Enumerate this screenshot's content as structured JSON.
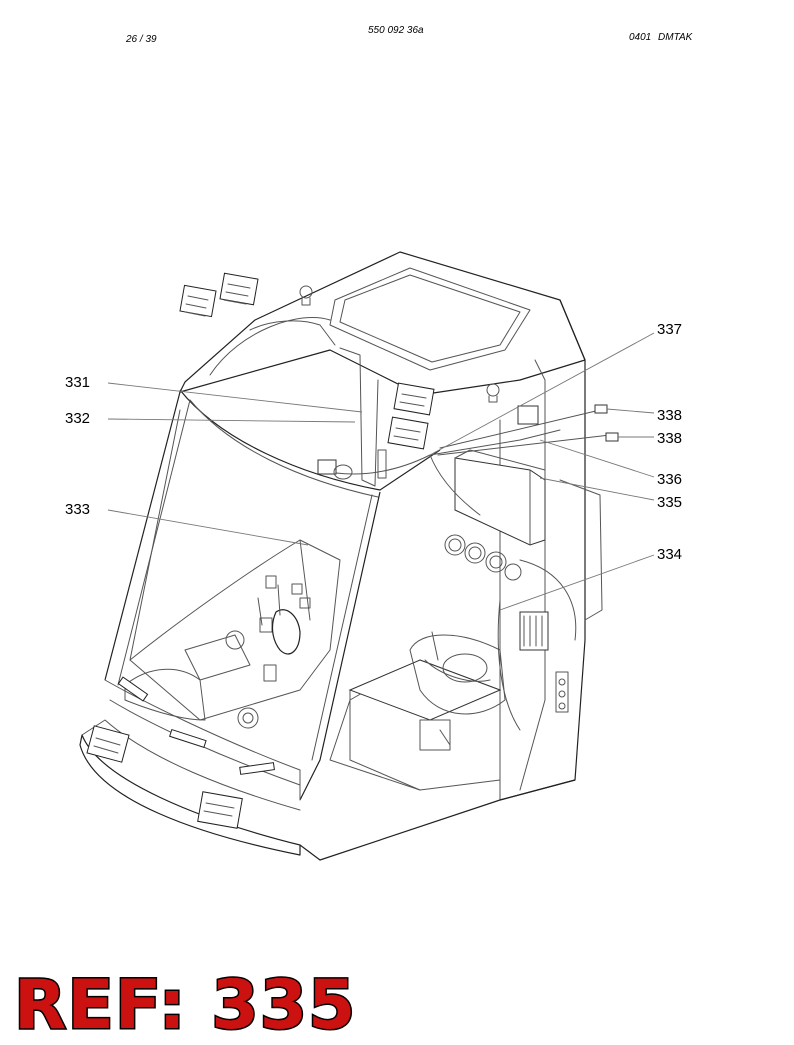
{
  "header": {
    "page_number": "26 / 39",
    "document_number": "550 092 36a",
    "document_code": "0401 DMTAK"
  },
  "callouts": [
    {
      "id": "331",
      "label": "331"
    },
    {
      "id": "332",
      "label": "332"
    },
    {
      "id": "333",
      "label": "333"
    },
    {
      "id": "337",
      "label": "337"
    },
    {
      "id": "338a",
      "label": "338"
    },
    {
      "id": "338b",
      "label": "338"
    },
    {
      "id": "336",
      "label": "336"
    },
    {
      "id": "335",
      "label": "335"
    },
    {
      "id": "334",
      "label": "334"
    }
  ],
  "reference_banner": {
    "text": "REF: 335",
    "color": "#cc1111"
  }
}
